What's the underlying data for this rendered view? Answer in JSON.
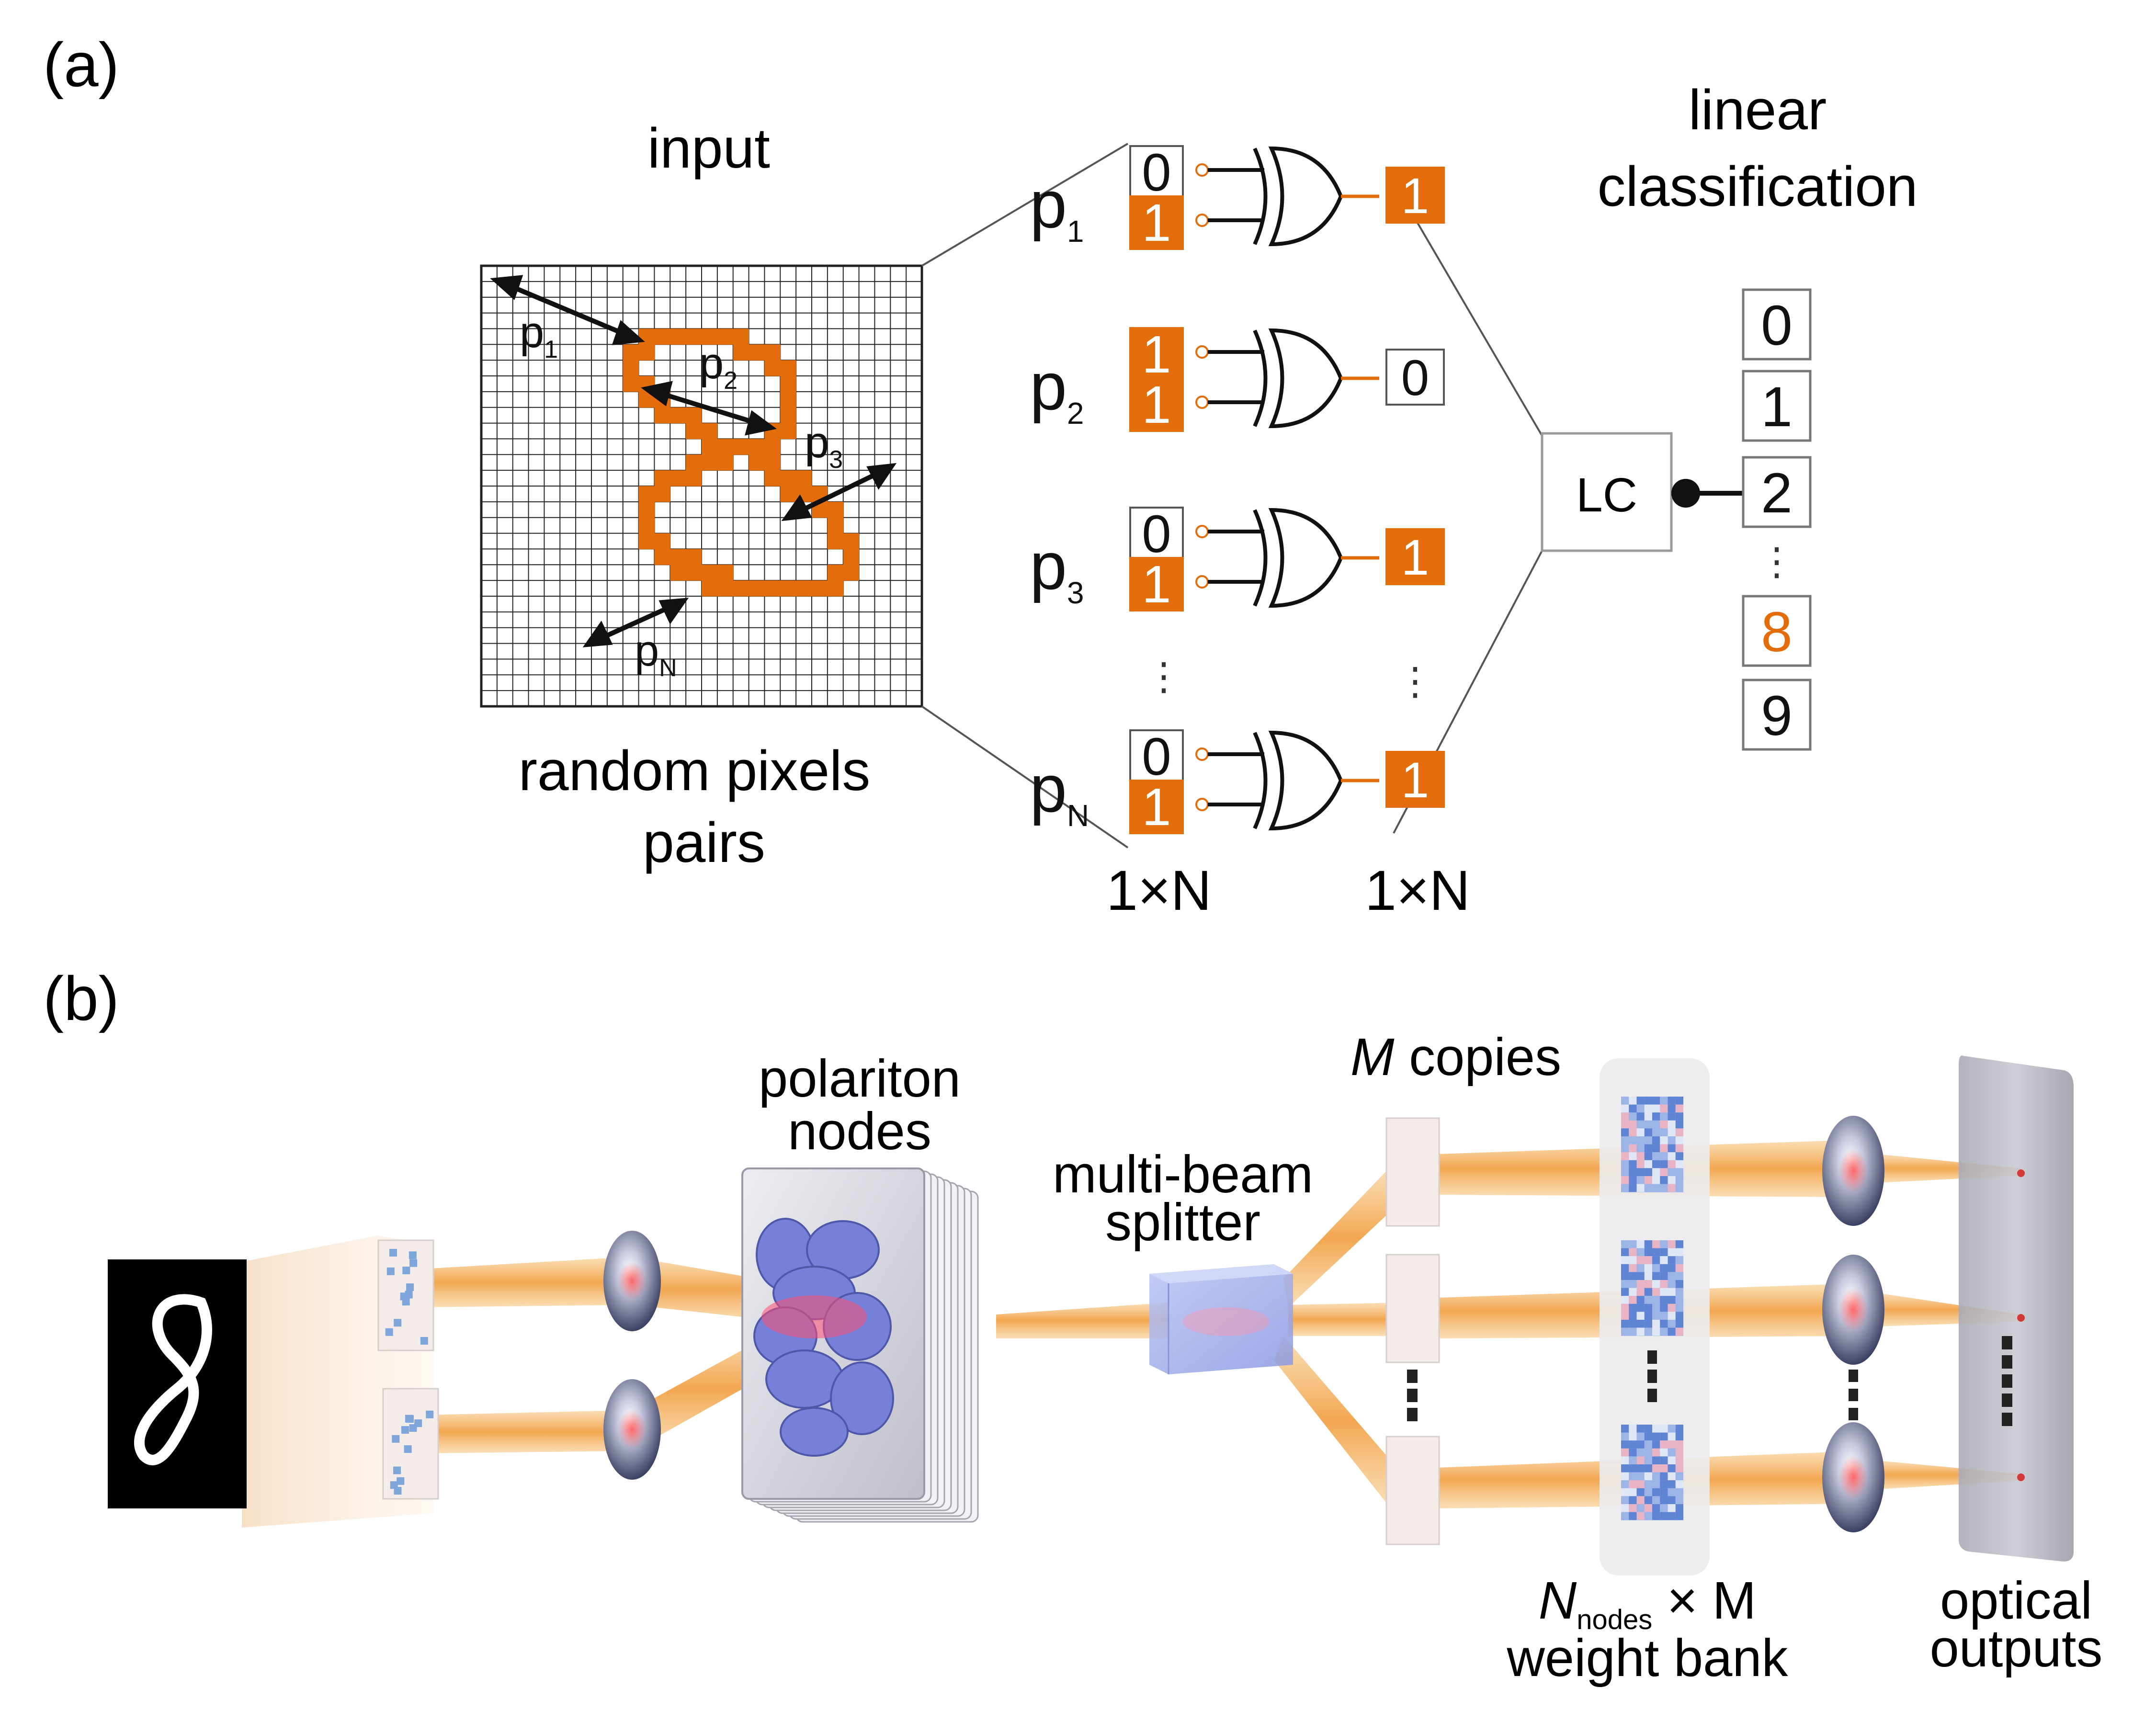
{
  "panel_a": {
    "label": "(a)",
    "input_title": "input",
    "pairs_caption_line1": "random pixels",
    "pairs_caption_line2": "pairs",
    "grid_pairs": [
      {
        "sym": "p",
        "sub": "1"
      },
      {
        "sym": "p",
        "sub": "2"
      },
      {
        "sym": "p",
        "sub": "3"
      },
      {
        "sym": "p",
        "sub": "N"
      }
    ],
    "rows": [
      {
        "sym": "p",
        "sub": "1",
        "top": "0",
        "bottom": "1",
        "top_on": false,
        "bottom_on": true,
        "out": "1",
        "out_on": true
      },
      {
        "sym": "p",
        "sub": "2",
        "top": "1",
        "bottom": "1",
        "top_on": true,
        "bottom_on": true,
        "out": "0",
        "out_on": false
      },
      {
        "sym": "p",
        "sub": "3",
        "top": "0",
        "bottom": "1",
        "top_on": false,
        "bottom_on": true,
        "out": "1",
        "out_on": true
      },
      {
        "sym": "p",
        "sub": "N",
        "top": "0",
        "bottom": "1",
        "top_on": false,
        "bottom_on": true,
        "out": "1",
        "out_on": true
      }
    ],
    "ellipsis": "⋮",
    "size_left": "1×N",
    "size_right": "1×N",
    "classifier_title_line1": "linear",
    "classifier_title_line2": "classification",
    "classifier_box": "LC",
    "classes": [
      "0",
      "1",
      "2",
      "8",
      "9"
    ],
    "selected_class": "8"
  },
  "panel_b": {
    "label": "(b)",
    "nodes_label_line1": "polariton",
    "nodes_label_line2": "nodes",
    "splitter_label_line1": "multi-beam",
    "splitter_label_line2": "splitter",
    "copies_label_symbol": "M",
    "copies_label_text": " copies",
    "weight_label_symbol": "N",
    "weight_label_sub": "nodes",
    "weight_label_mult": " × M",
    "weight_label_line2": "weight bank",
    "outputs_label_line1": "optical",
    "outputs_label_line2": "outputs"
  },
  "colors": {
    "accent": "#e36d0b",
    "beam": "#f4b66a",
    "lens": "#8d93bd",
    "node_blob": "#7580d8",
    "pattern": "#7ea6da"
  }
}
